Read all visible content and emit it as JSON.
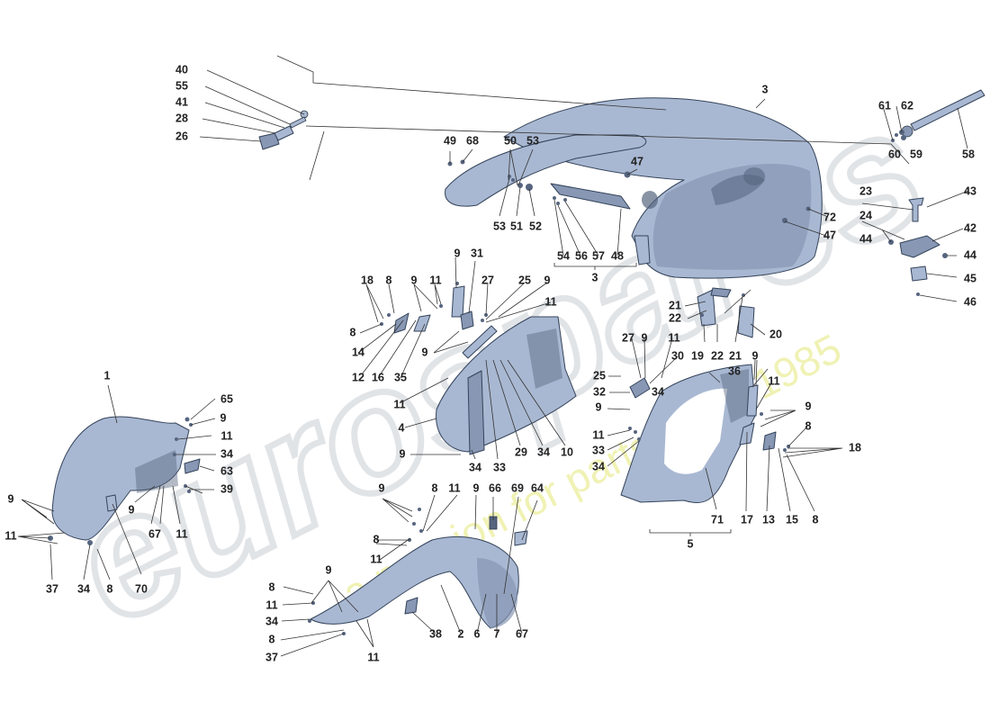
{
  "colors": {
    "part_fill": "#a9b8d2",
    "part_shade": "#8797b4",
    "part_dark": "#56657f",
    "outline": "#34435a",
    "label": "#222222",
    "watermark_grey": "#d8dbe0",
    "watermark_yellow": "#eef0a8"
  },
  "watermark": {
    "brand": "eurospares",
    "tagline": "a passion for parts since 1985"
  },
  "group_labels": {
    "group_3": "3",
    "group_5": "5"
  },
  "labels": {
    "l1": "1",
    "l2": "2",
    "l3": "3",
    "l4": "4",
    "l6": "6",
    "l7": "7",
    "l8a": "8",
    "l8b": "8",
    "l8c": "8",
    "l8d": "8",
    "l8e": "8",
    "l8f": "8",
    "l8g": "8",
    "l8h": "8",
    "l8i": "8",
    "l9a": "9",
    "l9b": "9",
    "l9c": "9",
    "l9d": "9",
    "l9e": "9",
    "l9f": "9",
    "l9g": "9",
    "l9h": "9",
    "l9i": "9",
    "l9j": "9",
    "l9k": "9",
    "l9l": "9",
    "l9m": "9",
    "l9n": "9",
    "l9o": "9",
    "l9p": "9",
    "l9q": "9",
    "l10": "10",
    "l11a": "11",
    "l11b": "11",
    "l11c": "11",
    "l11d": "11",
    "l11e": "11",
    "l11f": "11",
    "l11g": "11",
    "l11h": "11",
    "l11i": "11",
    "l11j": "11",
    "l11k": "11",
    "l11l": "11",
    "l11m": "11",
    "l12": "12",
    "l13": "13",
    "l14": "14",
    "l15": "15",
    "l16": "16",
    "l17": "17",
    "l18a": "18",
    "l18b": "18",
    "l19": "19",
    "l20": "20",
    "l21a": "21",
    "l21b": "21",
    "l22a": "22",
    "l22b": "22",
    "l23": "23",
    "l24": "24",
    "l25a": "25",
    "l25b": "25",
    "l26": "26",
    "l27a": "27",
    "l27b": "27",
    "l28": "28",
    "l29": "29",
    "l30": "30",
    "l31": "31",
    "l32": "32",
    "l33a": "33",
    "l33b": "33",
    "l34a": "34",
    "l34b": "34",
    "l34c": "34",
    "l34d": "34",
    "l34e": "34",
    "l34f": "34",
    "l34g": "34",
    "l35": "35",
    "l36": "36",
    "l37a": "37",
    "l37b": "37",
    "l38": "38",
    "l39": "39",
    "l40": "40",
    "l41": "41",
    "l42": "42",
    "l43": "43",
    "l44a": "44",
    "l44b": "44",
    "l45": "45",
    "l46": "46",
    "l47a": "47",
    "l47b": "47",
    "l48": "48",
    "l49": "49",
    "l50": "50",
    "l51": "51",
    "l52": "52",
    "l53a": "53",
    "l53b": "53",
    "l54": "54",
    "l55": "55",
    "l56": "56",
    "l57": "57",
    "l58": "58",
    "l59": "59",
    "l60": "60",
    "l61": "61",
    "l62": "62",
    "l63": "63",
    "l64": "64",
    "l65": "65",
    "l66": "66",
    "l67a": "67",
    "l67b": "67",
    "l68": "68",
    "l69": "69",
    "l70": "70",
    "l71": "71",
    "l72": "72"
  }
}
